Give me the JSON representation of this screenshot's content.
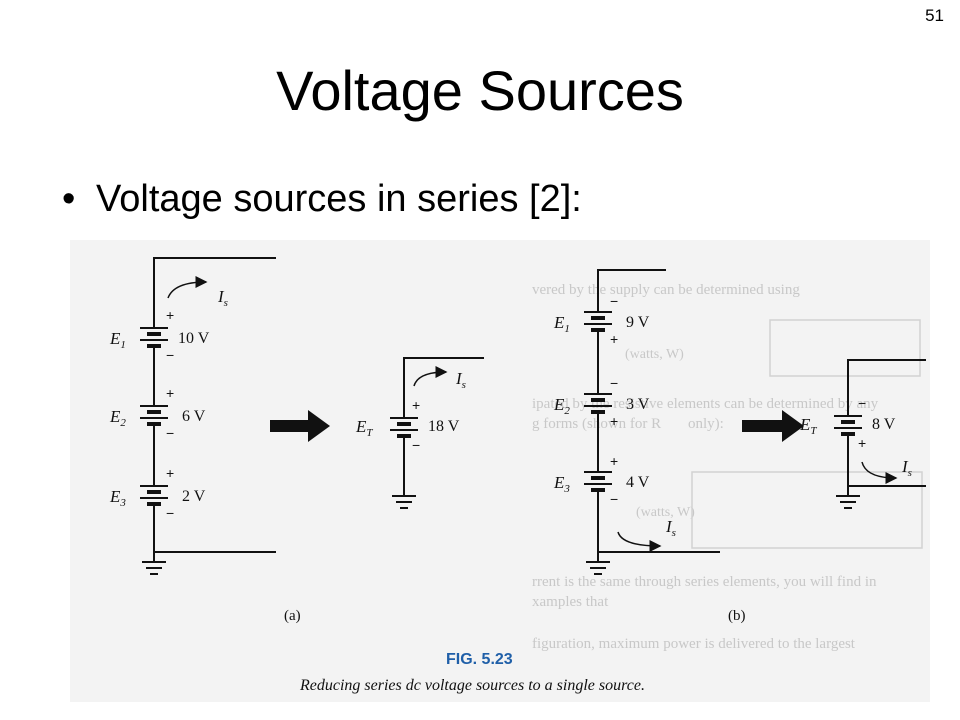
{
  "slide": {
    "number": "51",
    "title": "Voltage Sources",
    "bullet": "Voltage sources in series [2]:"
  },
  "figure": {
    "circuit_a": {
      "sources": [
        {
          "name": "E",
          "sub": "1",
          "value": "10 V"
        },
        {
          "name": "E",
          "sub": "2",
          "value": "6 V"
        },
        {
          "name": "E",
          "sub": "3",
          "value": "2 V"
        }
      ],
      "current": {
        "name": "I",
        "sub": "s"
      },
      "equivalent": {
        "name": "E",
        "sub": "T",
        "value": "18 V",
        "current_name": "I",
        "current_sub": "s"
      },
      "label": "(a)"
    },
    "circuit_b": {
      "sources": [
        {
          "name": "E",
          "sub": "1",
          "value": "9 V"
        },
        {
          "name": "E",
          "sub": "2",
          "value": "3 V"
        },
        {
          "name": "E",
          "sub": "3",
          "value": "4 V"
        }
      ],
      "current": {
        "name": "I",
        "sub": "s"
      },
      "equivalent": {
        "name": "E",
        "sub": "T",
        "value": "8 V",
        "current_name": "I",
        "current_sub": "s"
      },
      "label": "(b)"
    },
    "fig_number": "FIG. 5.23",
    "caption": "Reducing series dc voltage sources to a single source.",
    "show_through_text": [
      "vered by the supply can be determined using",
      "(watts, W)",
      "ipated by the resistive elements can be determined by any",
      "g forms (shown for R",
      "only):",
      "(watts, W)",
      "rrent is the same through series elements, you will find in",
      "xamples that",
      "figuration, maximum power is delivered to the largest"
    ]
  }
}
